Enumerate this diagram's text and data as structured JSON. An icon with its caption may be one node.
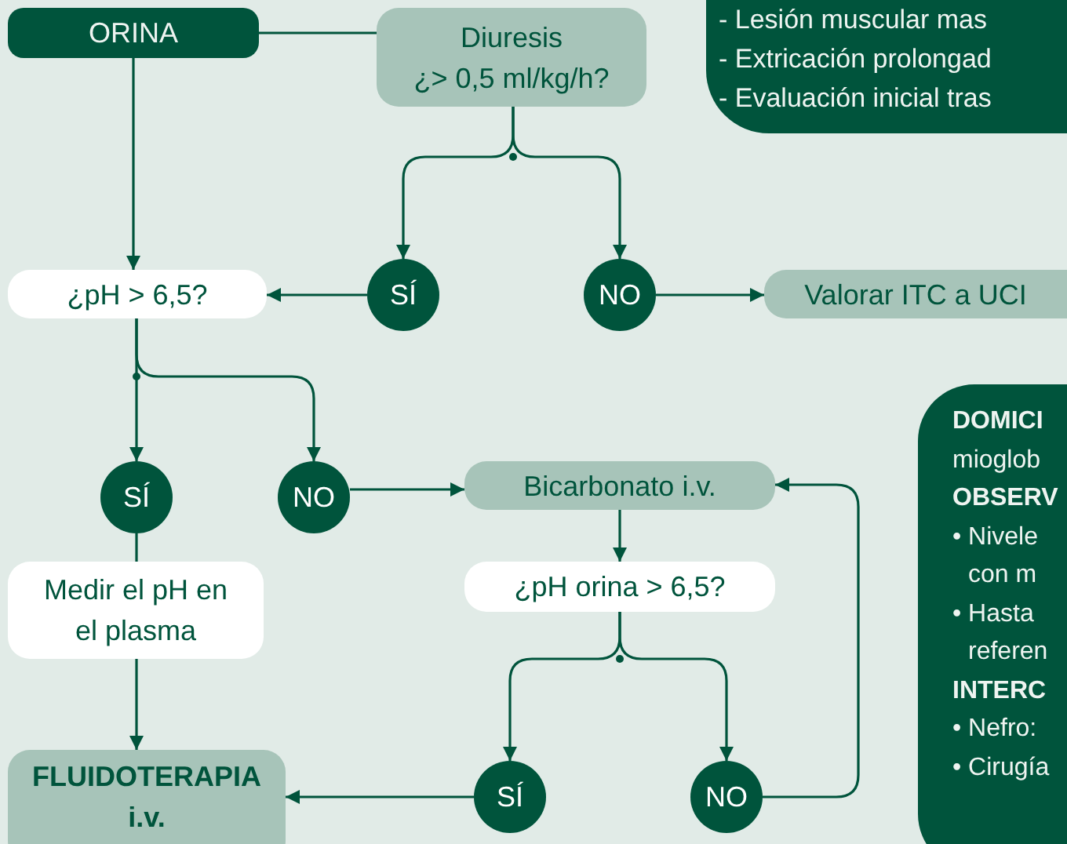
{
  "diagram": {
    "nodes": [
      {
        "text": [
          "ORINA"
        ]
      },
      {
        "text": [
          "Diuresis",
          "¿> 0,5 ml/kg/h?"
        ]
      },
      {
        "text": [
          "- Lesión muscular mas",
          "- Extricación prolongad",
          "- Evaluación inicial tras"
        ]
      },
      {
        "text": [
          "¿pH > 6,5?"
        ]
      },
      {
        "text": [
          "SÍ"
        ]
      },
      {
        "text": [
          "NO"
        ]
      },
      {
        "text": [
          "Valorar ITC a UCI"
        ]
      },
      {
        "text": [
          "SÍ"
        ]
      },
      {
        "text": [
          "NO"
        ]
      },
      {
        "text": [
          "Bicarbonato i.v."
        ]
      },
      {
        "text": [
          "¿pH orina > 6,5?"
        ]
      },
      {
        "text": [
          "Medir el pH en el plasma"
        ]
      },
      {
        "text": [
          "**DOMICI** mioglob",
          "OBSERV",
          "• Nivele con m",
          "• Hasta referen",
          "INTERC",
          "• Nefro:",
          "• Cirugía"
        ]
      },
      {
        "text": [
          "FLUIDOTERAPIA i.v."
        ]
      },
      {
        "text": [
          "SÍ"
        ]
      },
      {
        "text": [
          "NO"
        ]
      }
    ],
    "edges": [
      {
        "from": 0,
        "to": 1,
        "arrow": "none"
      },
      {
        "from": 0,
        "to": 3,
        "arrow": "to"
      },
      {
        "from": 1,
        "to": 4,
        "arrow": "to"
      },
      {
        "from": 1,
        "to": 5,
        "arrow": "to"
      },
      {
        "from": 4,
        "to": 3,
        "arrow": "to"
      },
      {
        "from": 5,
        "to": 6,
        "arrow": "to"
      },
      {
        "from": 3,
        "to": 7,
        "arrow": "to"
      },
      {
        "from": 3,
        "to": 8,
        "arrow": "to"
      },
      {
        "from": 7,
        "to": 11,
        "arrow": "none"
      },
      {
        "from": 11,
        "to": 13,
        "arrow": "to"
      },
      {
        "from": 8,
        "to": 9,
        "arrow": "to"
      },
      {
        "from": 9,
        "to": 10,
        "arrow": "to"
      },
      {
        "from": 10,
        "to": 14,
        "arrow": "to"
      },
      {
        "from": 10,
        "to": 15,
        "arrow": "to"
      },
      {
        "from": 14,
        "to": 13,
        "arrow": "to"
      },
      {
        "from": 15,
        "to": 9,
        "arrow": "to"
      }
    ]
  }
}
